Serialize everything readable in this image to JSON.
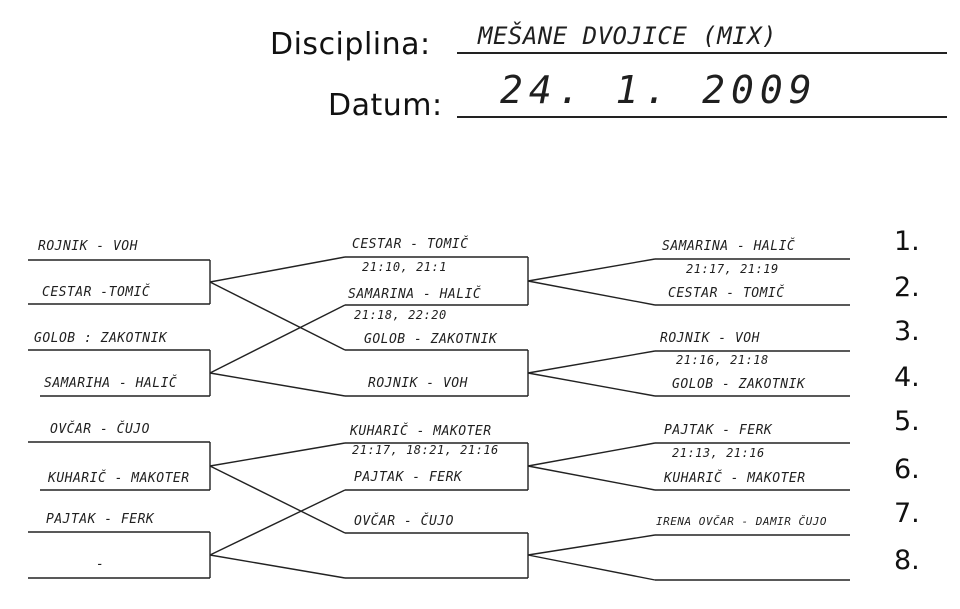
{
  "header": {
    "discipline_label": "Disciplina:",
    "discipline_value": "MEŠANE DVOJICE (MIX)",
    "date_label": "Datum:",
    "date_value": "24. 1. 2009"
  },
  "round1": [
    "ROJNIK - VOH",
    "CESTAR -TOMIČ",
    "GOLOB : ZAKOTNIK",
    "SAMARIHA - HALIČ",
    "OVČAR - ČUJO",
    "KUHARIČ - MAKOTER",
    "PAJTAK - FERK",
    "-"
  ],
  "round2": [
    {
      "name": "CESTAR - TOMIČ",
      "score": "21:10, 21:1"
    },
    {
      "name": "SAMARINA - HALIČ",
      "score": "21:18, 22:20"
    },
    {
      "name": "GOLOB - ZAKOTNIK",
      "score": ""
    },
    {
      "name": "ROJNIK - VOH",
      "score": ""
    },
    {
      "name": "KUHARIČ - MAKOTER",
      "score": "21:17, 18:21, 21:16"
    },
    {
      "name": "PAJTAK - FERK",
      "score": ""
    },
    {
      "name": "OVČAR - ČUJO",
      "score": ""
    }
  ],
  "round3": [
    {
      "name": "SAMARINA - HALIČ",
      "score": "21:17, 21:19"
    },
    {
      "name": "CESTAR - TOMIČ",
      "score": ""
    },
    {
      "name": "ROJNIK - VOH",
      "score": "21:16, 21:18"
    },
    {
      "name": "GOLOB - ZAKOTNIK",
      "score": ""
    },
    {
      "name": "PAJTAK - FERK",
      "score": "21:13, 21:16"
    },
    {
      "name": "KUHARIČ - MAKOTER",
      "score": ""
    },
    {
      "name": "IRENA OVČAR - DAMIR ČUJO",
      "score": ""
    }
  ],
  "places": [
    "1.",
    "2.",
    "3.",
    "4.",
    "5.",
    "6.",
    "7.",
    "8."
  ]
}
